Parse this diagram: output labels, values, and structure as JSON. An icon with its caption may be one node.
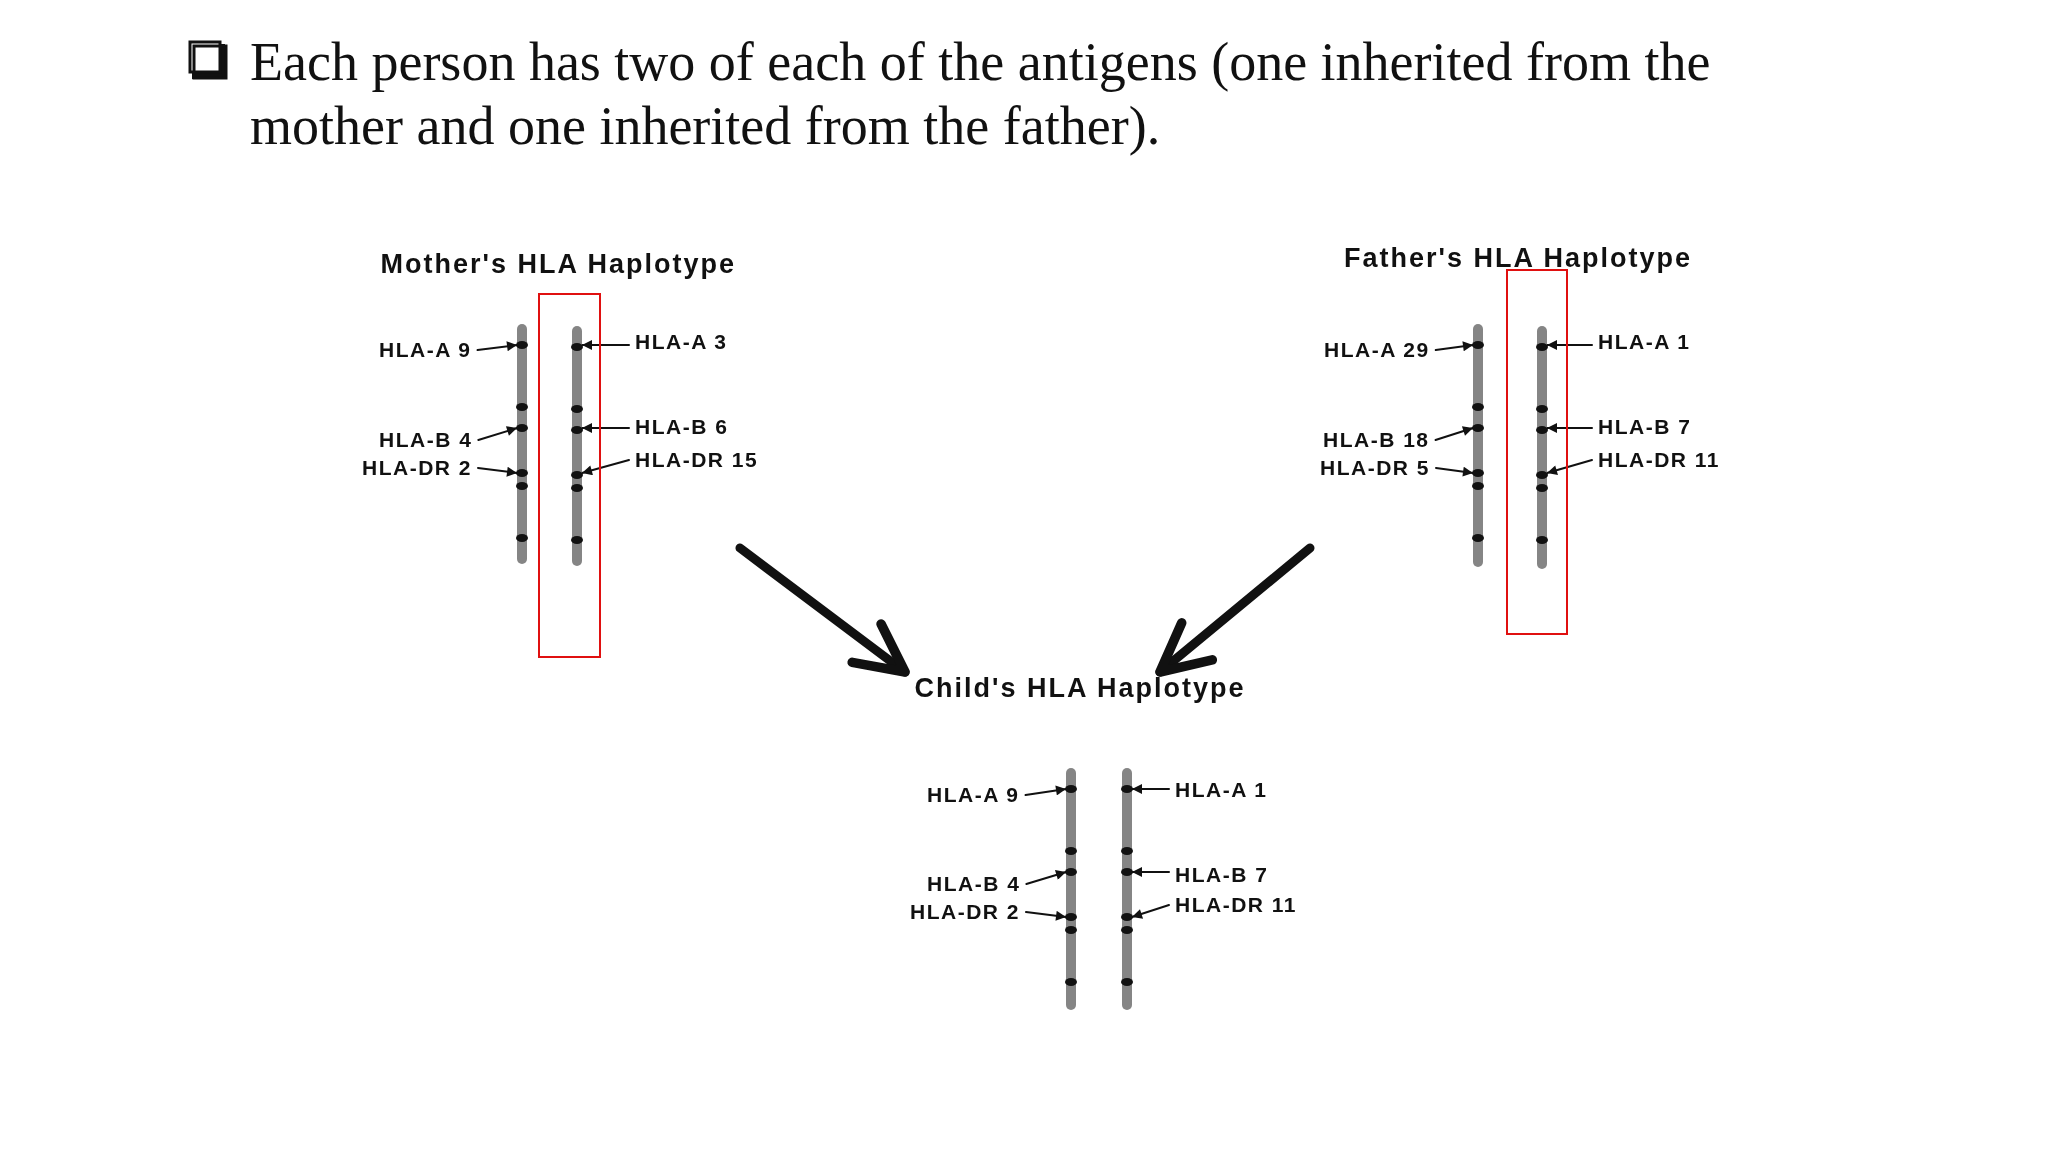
{
  "diagram": {
    "title": "Each person has two of each of the antigens (one inherited from the mother and one inherited from the father).",
    "nodes": [
      {
        "text": [
          "Mother's HLA Haplotype"
        ]
      },
      {
        "text": [
          "Father's HLA Haplotype"
        ]
      },
      {
        "text": [],
        "shape": "bar"
      },
      {
        "text": [],
        "shape": "box"
      },
      {
        "text": [],
        "shape": "bar",
        "in": 3
      },
      {
        "text": [],
        "shape": "bar"
      },
      {
        "text": [],
        "shape": "box"
      },
      {
        "text": [],
        "shape": "bar",
        "in": 6
      },
      {
        "text": [
          "HLA-A 9"
        ]
      },
      {
        "text": [
          "HLA-A 3"
        ]
      },
      {
        "text": [
          "HLA-B 4"
        ]
      },
      {
        "text": [
          "HLA-B 6"
        ]
      },
      {
        "text": [
          "HLA-DR 2"
        ]
      },
      {
        "text": [
          "HLA-DR 15"
        ]
      },
      {
        "text": [
          "HLA-A 29"
        ]
      },
      {
        "text": [
          "HLA-A 1"
        ]
      },
      {
        "text": [
          "HLA-B 18"
        ]
      },
      {
        "text": [
          "HLA-B 7"
        ]
      },
      {
        "text": [
          "HLA-DR 5"
        ]
      },
      {
        "text": [
          "HLA-DR 11"
        ]
      },
      {
        "text": [
          "Child's HLA Haplotype"
        ]
      },
      {
        "text": [],
        "shape": "bar"
      },
      {
        "text": [],
        "shape": "bar"
      },
      {
        "text": [
          "HLA-A 9"
        ]
      },
      {
        "text": [
          "HLA-A 1"
        ]
      },
      {
        "text": [
          "HLA-B 4"
        ]
      },
      {
        "text": [
          "HLA-B 7"
        ]
      },
      {
        "text": [
          "HLA-DR 2"
        ]
      },
      {
        "text": [
          "HLA-DR 11"
        ]
      }
    ],
    "edges": [
      {
        "from": 8,
        "to": 2,
        "arrow": "to"
      },
      {
        "from": 9,
        "to": 4,
        "arrow": "to"
      },
      {
        "from": 10,
        "to": 2,
        "arrow": "to"
      },
      {
        "from": 11,
        "to": 4,
        "arrow": "to"
      },
      {
        "from": 12,
        "to": 2,
        "arrow": "to"
      },
      {
        "from": 13,
        "to": 4,
        "arrow": "to"
      },
      {
        "from": 14,
        "to": 5,
        "arrow": "to"
      },
      {
        "from": 15,
        "to": 7,
        "arrow": "to"
      },
      {
        "from": 16,
        "to": 5,
        "arrow": "to"
      },
      {
        "from": 17,
        "to": 7,
        "arrow": "to"
      },
      {
        "from": 18,
        "to": 5,
        "arrow": "to"
      },
      {
        "from": 19,
        "to": 7,
        "arrow": "to"
      },
      {
        "from": 23,
        "to": 21,
        "arrow": "to"
      },
      {
        "from": 24,
        "to": 22,
        "arrow": "to"
      },
      {
        "from": 25,
        "to": 21,
        "arrow": "to"
      },
      {
        "from": 26,
        "to": 22,
        "arrow": "to"
      },
      {
        "from": 27,
        "to": 21,
        "arrow": "to"
      },
      {
        "from": 28,
        "to": 22,
        "arrow": "to"
      },
      {
        "from": null,
        "to": 20,
        "arrow": "to",
        "style": "thick"
      },
      {
        "from": null,
        "to": 20,
        "arrow": "to",
        "style": "thick"
      }
    ]
  }
}
